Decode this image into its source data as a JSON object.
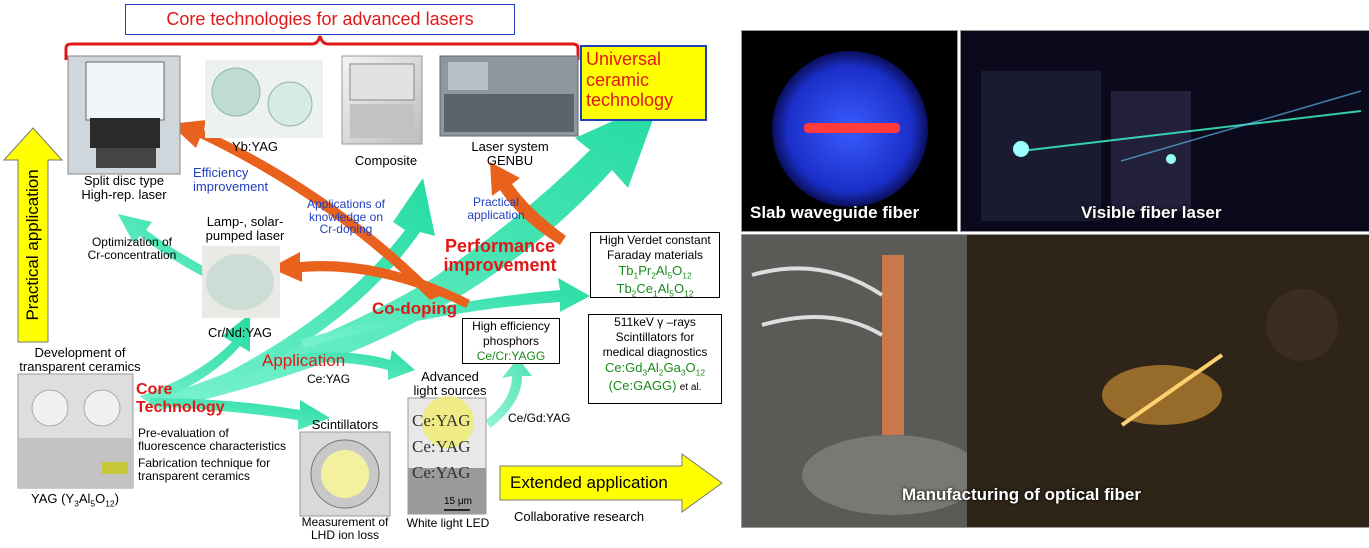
{
  "header": {
    "title": "Core technologies for advanced lasers"
  },
  "callout": {
    "text": "Universal ceramic technology"
  },
  "side": {
    "practical": "Practical application",
    "extended": "Extended application"
  },
  "nodes": {
    "split_disc": "Split disc type\nHigh-rep. laser",
    "ybyag": "Yb:YAG",
    "composite": "Composite",
    "genbu": "Laser system\nGENBU",
    "lamp": "Lamp-, solar-\npumped laser",
    "crnd": "Cr/Nd:YAG",
    "development": "Development of\ntransparent ceramics",
    "yag_prefix": "YAG (Y",
    "yag_3": "3",
    "yag_al": "Al",
    "yag_5": "5",
    "yag_o": "O",
    "yag_12": "12",
    "yag_suffix": ")",
    "scintillators": "Scintillators",
    "lhd": "Measurement of\nLHD ion loss",
    "advanced_light": "Advanced\nlight sources",
    "white_led": "White light LED",
    "scale": "15 μm",
    "collab": "Collaborative research"
  },
  "arrows": {
    "efficiency": "Efficiency\nimprovement",
    "app_knowledge": "Applications of\nknowledge on\nCr-doping",
    "practical_app": "Practical\napplication",
    "optimization": "Optimization of\nCr-concentration",
    "performance": "Performance\nimprovement",
    "codoping": "Co-doping",
    "application": "Application",
    "ceyag": "Ce:YAG",
    "cegd": "Ce/Gd:YAG",
    "core_tech": "Core\nTechnology",
    "pre_eval": "Pre-evaluation of\nfluorescence characteristics",
    "fabrication": "Fabrication technique for\ntransparent ceramics"
  },
  "boxes": {
    "verdet_title": "High Verdet constant\nFaraday materials",
    "verdet_f1": "Tb1Pr2Al5O12",
    "verdet_f2": "Tb2Ce1Al5O12",
    "phosphor_title": "High efficiency\nphosphors",
    "phosphor_formula": "Ce/Cr:YAGG",
    "gamma_title": "511keV γ –rays\nScintillators for\nmedical diagnostics",
    "gamma_formula": "Ce:Gd3Al2Ga3O12",
    "gamma_formula2": "(Ce:GAGG)",
    "gamma_etal": "et al."
  },
  "sample_text": {
    "line": "Ce:YAG"
  },
  "photos": {
    "slab": "Slab waveguide fiber",
    "visible": "Visible fiber laser",
    "manufacturing": "Manufacturing of optical fiber"
  },
  "colors": {
    "red": "#e01818",
    "blue": "#1f3fbf",
    "green": "#1a8a1a",
    "arrow_orange": "#e8621e",
    "arrow_teal": "#3ee6b0",
    "yellow": "#ffff00"
  }
}
